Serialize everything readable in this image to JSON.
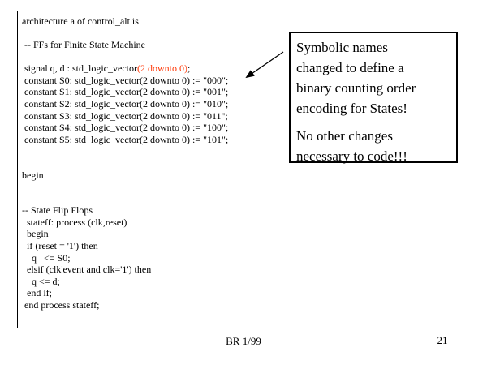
{
  "slide": {
    "footer_credit": "BR 1/99",
    "page_number": "21"
  },
  "colors": {
    "code_highlight_red": "#ff3300",
    "border": "#000000",
    "background": "#ffffff"
  },
  "code_panel": {
    "language": "VHDL",
    "lines": [
      {
        "a": "architecture a of control_alt is",
        "red": "",
        "b": ""
      },
      {
        "a": "",
        "red": "",
        "b": ""
      },
      {
        "a": " -- FFs for Finite State Machine",
        "red": "",
        "b": ""
      },
      {
        "a": "",
        "red": "",
        "b": ""
      },
      {
        "a": " signal q, d : std_logic_vector",
        "red": "(2 downto 0)",
        "b": ";"
      },
      {
        "a": " constant S0: std_logic_vector(2 downto 0) := \"000\";",
        "red": "",
        "b": ""
      },
      {
        "a": " constant S1: std_logic_vector(2 downto 0) := \"001\";",
        "red": "",
        "b": ""
      },
      {
        "a": " constant S2: std_logic_vector(2 downto 0) := \"010\";",
        "red": "",
        "b": ""
      },
      {
        "a": " constant S3: std_logic_vector(2 downto 0) := \"011\";",
        "red": "",
        "b": ""
      },
      {
        "a": " constant S4: std_logic_vector(2 downto 0) := \"100\";",
        "red": "",
        "b": ""
      },
      {
        "a": " constant S5: std_logic_vector(2 downto 0) := \"101\";",
        "red": "",
        "b": ""
      },
      {
        "a": "",
        "red": "",
        "b": ""
      },
      {
        "a": "",
        "red": "",
        "b": ""
      },
      {
        "a": "begin",
        "red": "",
        "b": ""
      },
      {
        "a": "",
        "red": "",
        "b": ""
      },
      {
        "a": "",
        "red": "",
        "b": ""
      },
      {
        "a": "-- State Flip Flops",
        "red": "",
        "b": ""
      },
      {
        "a": "  stateff: process (clk,reset)",
        "red": "",
        "b": ""
      },
      {
        "a": "  begin",
        "red": "",
        "b": ""
      },
      {
        "a": "  if (reset = '1') then",
        "red": "",
        "b": ""
      },
      {
        "a": "    q   <= S0;",
        "red": "",
        "b": ""
      },
      {
        "a": "  elsif (clk'event and clk='1') then",
        "red": "",
        "b": ""
      },
      {
        "a": "    q <= d;",
        "red": "",
        "b": ""
      },
      {
        "a": "  end if;",
        "red": "",
        "b": ""
      },
      {
        "a": " end process stateff;",
        "red": "",
        "b": ""
      }
    ]
  },
  "callout": {
    "paragraph1": "Symbolic names\nchanged to define a\nbinary counting order\nencoding for States!",
    "paragraph2": "No other changes\nnecessary to code!!!"
  }
}
